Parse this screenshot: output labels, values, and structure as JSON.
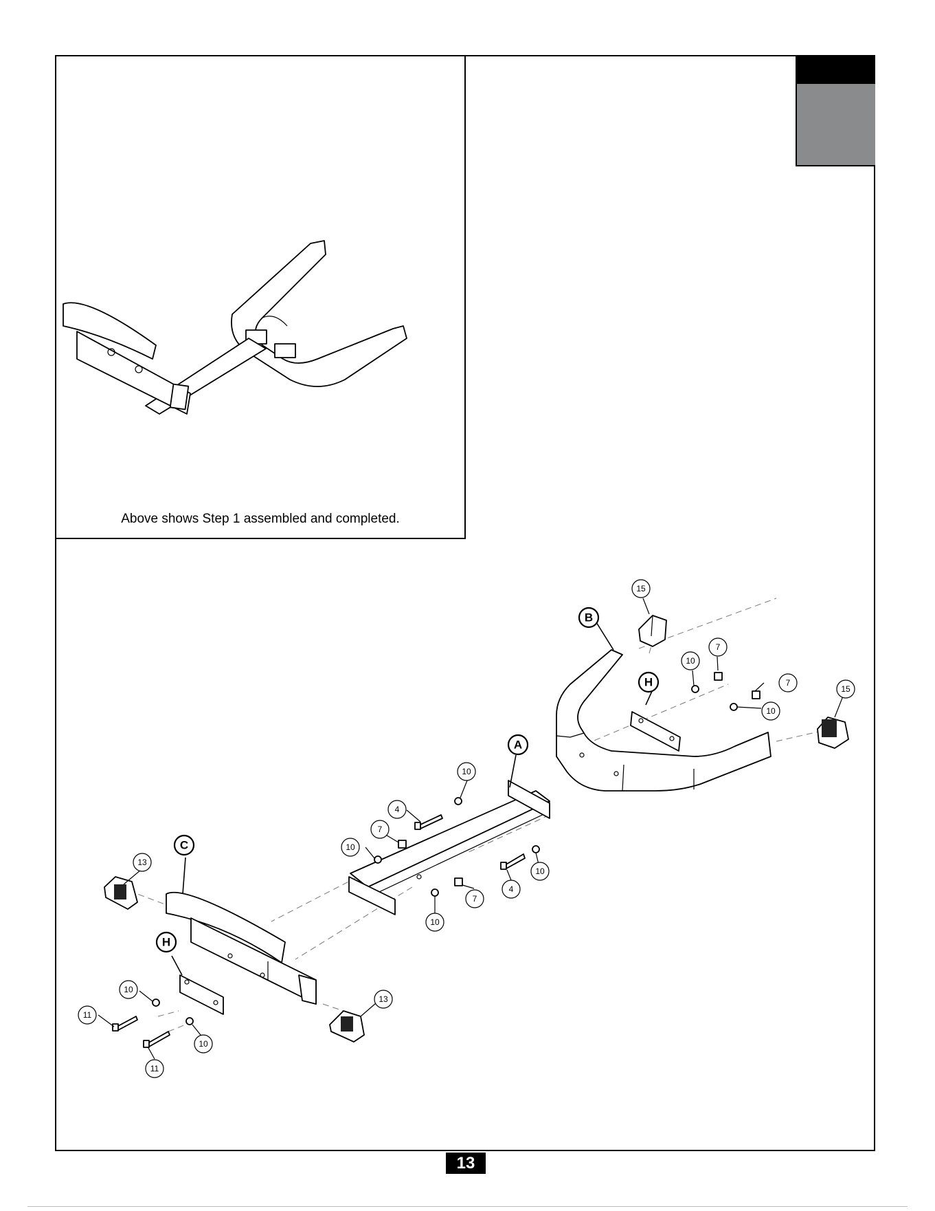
{
  "inset": {
    "caption": "Above shows Step 1 assembled and completed."
  },
  "page": {
    "number": "13"
  },
  "parts": {
    "letters": [
      "A",
      "B",
      "C",
      "H",
      "H"
    ],
    "callouts": [
      "15",
      "15",
      "13",
      "13",
      "10",
      "10",
      "10",
      "10",
      "10",
      "10",
      "10",
      "10",
      "7",
      "7",
      "7",
      "7",
      "4",
      "4",
      "11",
      "11"
    ]
  },
  "colors": {
    "tab_black": "#000000",
    "tab_grey": "#8a8b8d"
  }
}
